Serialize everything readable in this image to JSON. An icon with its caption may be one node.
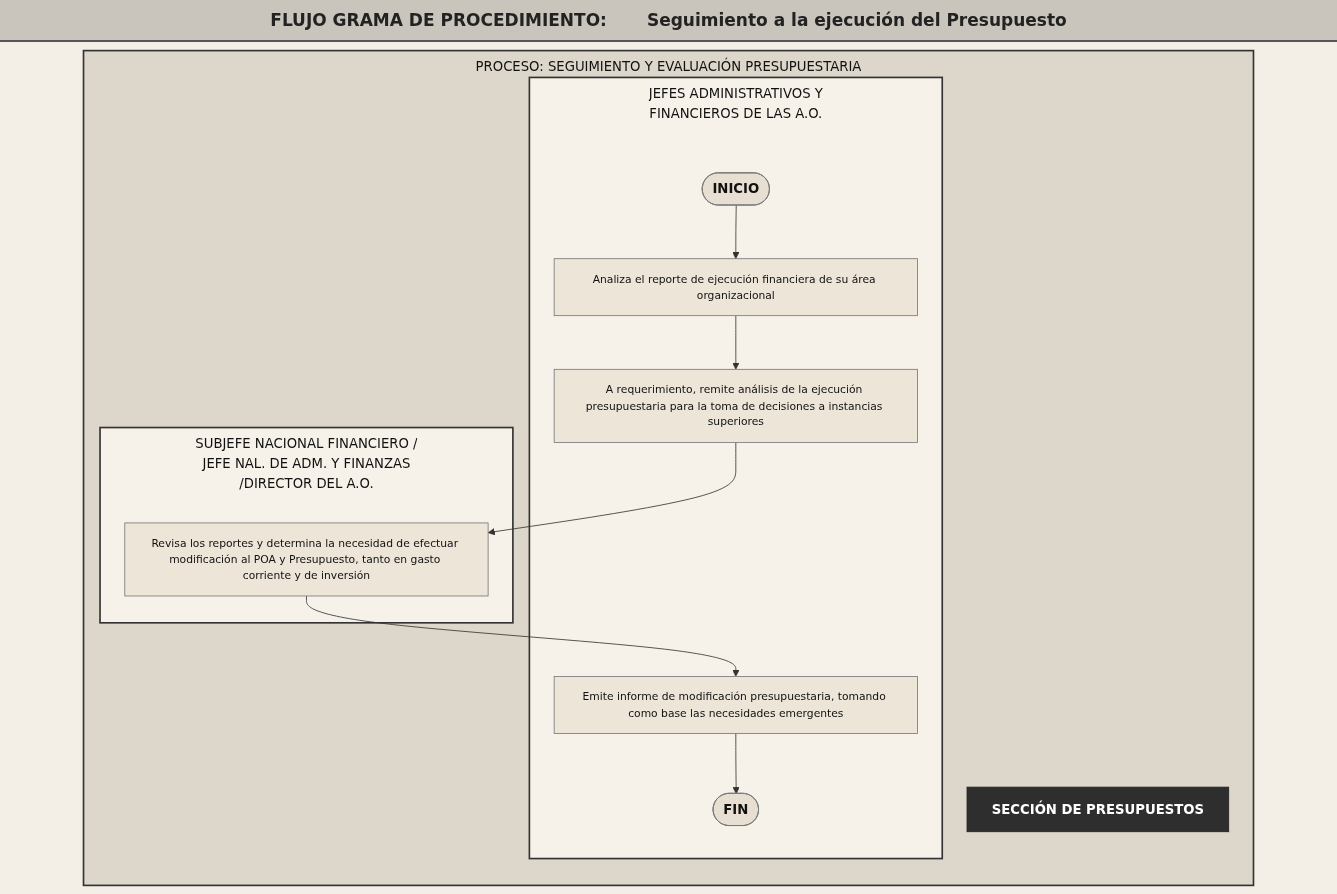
{
  "diagram": {
    "title": "FLUJO GRAMA DE PROCEDIMIENTO:",
    "nodes": [
      {
        "text": [
          "PROCESO:",
          "SEGUIMIENTO Y EVALUACIÓN PRESUPUESTARIA"
        ]
      },
      {
        "text": [
          "JEFES ADMINISTRATIVOS Y FINANCIEROS DE LAS A.O."
        ],
        "in": 0
      },
      {
        "text": [
          "SECCIÓN DE PRESUPUESTOS"
        ],
        "in": 0
      },
      {
        "text": [
          "SUBJEFE NACIONAL FINANCIERO / JEFE NAL. DE ADM. Y FINANZAS /DIRECTOR DEL A.O."
        ],
        "in": 0
      },
      {
        "text": [
          "INICIO"
        ],
        "in": 1
      },
      {
        "text": [
          "Analiza el reporte de ejecución financiera de su área organizacional"
        ],
        "in": 1
      },
      {
        "text": [
          "A requerimiento, remite análisis de la ejecución presupuestaria para la toma de decisiones a instancias superiores"
        ],
        "in": 1
      },
      {
        "text": [
          "Revisa los reportes y determina la necesidad de efectuar modificación al POA y Presupuesto, tanto en gasto corriente y de inversión"
        ],
        "in": 3
      },
      {
        "text": [
          "Emite informe de modificación presupuestaria, tomando como base las necesidades emergentes"
        ],
        "in": 1
      },
      {
        "text": [
          "FIN"
        ],
        "in": 1
      }
    ],
    "edges": [
      {
        "from": 4,
        "to": 5,
        "arrow": "to"
      },
      {
        "from": 5,
        "to": 6,
        "arrow": "to"
      },
      {
        "from": 6,
        "to": 7,
        "arrow": "to"
      },
      {
        "from": 7,
        "to": 8,
        "arrow": "to"
      },
      {
        "from": 8,
        "to": 9,
        "arrow": "to"
      }
    ],
    "labels": [
      "Seguimiento a la ejecución del Presupuesto"
    ]
  }
}
